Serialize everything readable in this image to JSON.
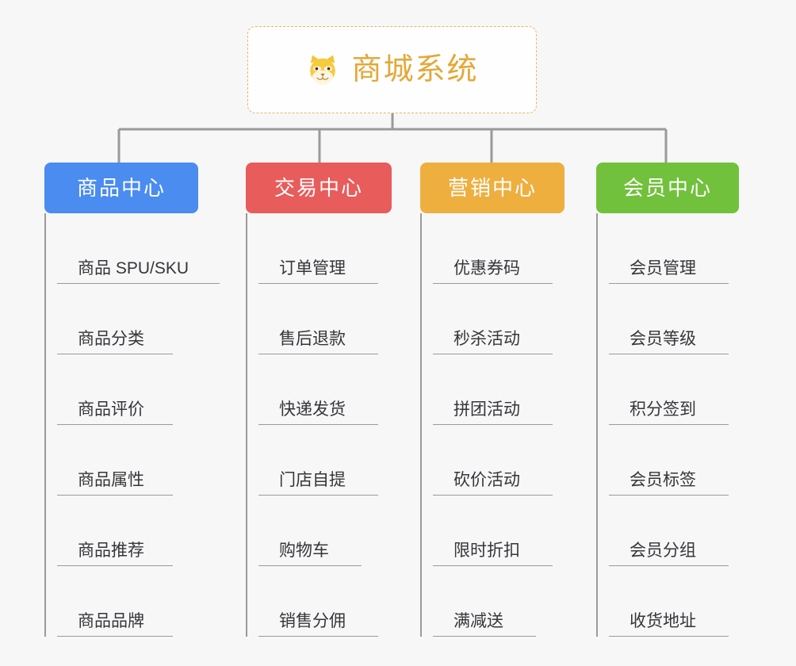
{
  "diagram": {
    "title": "商城系统 mind map",
    "background_color": "#f7f7f7",
    "line_color": "#9a9a9a"
  },
  "root": {
    "label": "商城系统",
    "icon": "shiba-dog-emoji",
    "text_color": "#e4a838",
    "border_color": "#eab55a",
    "background_color": "#fefefe"
  },
  "branches": [
    {
      "label": "商品中心",
      "color": "#4a8cf0",
      "items": [
        {
          "label": "商品 SPU/SKU"
        },
        {
          "label": "商品分类"
        },
        {
          "label": "商品评价"
        },
        {
          "label": "商品属性"
        },
        {
          "label": "商品推荐"
        },
        {
          "label": "商品品牌"
        }
      ]
    },
    {
      "label": "交易中心",
      "color": "#e85c5c",
      "items": [
        {
          "label": "订单管理"
        },
        {
          "label": "售后退款"
        },
        {
          "label": "快递发货"
        },
        {
          "label": "门店自提"
        },
        {
          "label": "购物车"
        },
        {
          "label": "销售分佣"
        }
      ]
    },
    {
      "label": "营销中心",
      "color": "#eeaf3f",
      "items": [
        {
          "label": "优惠券码"
        },
        {
          "label": "秒杀活动"
        },
        {
          "label": "拼团活动"
        },
        {
          "label": "砍价活动"
        },
        {
          "label": "限时折扣"
        },
        {
          "label": "满减送"
        }
      ]
    },
    {
      "label": "会员中心",
      "color": "#72c13c",
      "items": [
        {
          "label": "会员管理"
        },
        {
          "label": "会员等级"
        },
        {
          "label": "积分签到"
        },
        {
          "label": "会员标签"
        },
        {
          "label": "会员分组"
        },
        {
          "label": "收货地址"
        }
      ]
    }
  ]
}
